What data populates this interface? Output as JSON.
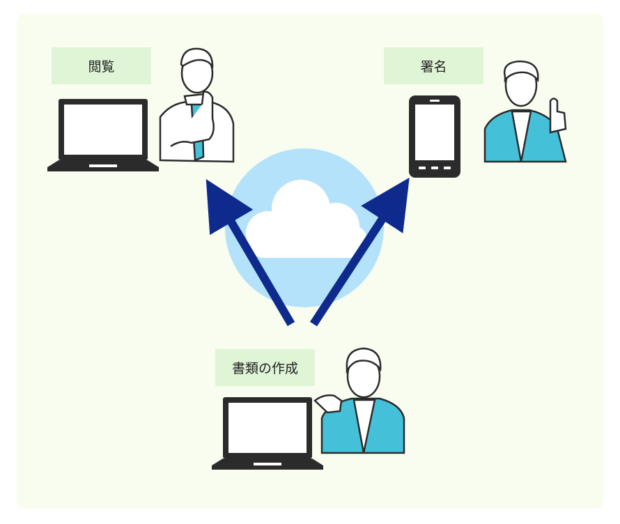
{
  "labels": {
    "view": "閲覧",
    "sign": "署名",
    "create": "書類の作成"
  },
  "icons": [
    "laptop-icon",
    "smartphone-icon",
    "cloud-icon",
    "person-icon",
    "arrow-icon"
  ],
  "colors": {
    "background": "#f8fdef",
    "label_bg": "#dff5d6",
    "cloud_circle": "#b5e2fb",
    "arrow": "#0d2a8c",
    "device": "#2b2b2b",
    "jacket": "#45c0d9"
  }
}
